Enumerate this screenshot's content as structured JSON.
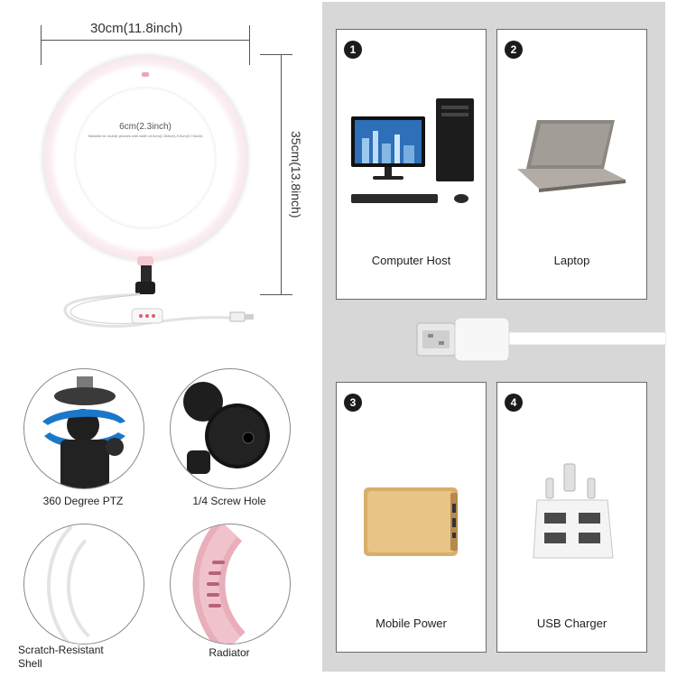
{
  "ring_light": {
    "width_label": "30cm(11.8inch)",
    "height_label": "35cm(13.8inch)",
    "inner_label": "6cm(2.3inch)",
    "inner_subtext": "Suitable for mobile phones with width of 6cm(2.36inch)-9.5cm(3.74inch)"
  },
  "features": [
    {
      "label": "360 Degree PTZ"
    },
    {
      "label": "1/4 Screw Hole"
    },
    {
      "label": "Scratch-Resistant Shell"
    },
    {
      "label": "Radiator"
    }
  ],
  "power_options": [
    {
      "number": "1",
      "label": "Computer Host",
      "icon": "desktop-computer-icon"
    },
    {
      "number": "2",
      "label": "Laptop",
      "icon": "laptop-icon"
    },
    {
      "number": "3",
      "label": "Mobile Power",
      "icon": "power-bank-icon"
    },
    {
      "number": "4",
      "label": "USB Charger",
      "icon": "usb-charger-icon"
    }
  ],
  "colors": {
    "panel_bg": "#d7d7d7",
    "badge_bg": "#1b1b1b",
    "ring_pink": "#f3c9d2"
  }
}
